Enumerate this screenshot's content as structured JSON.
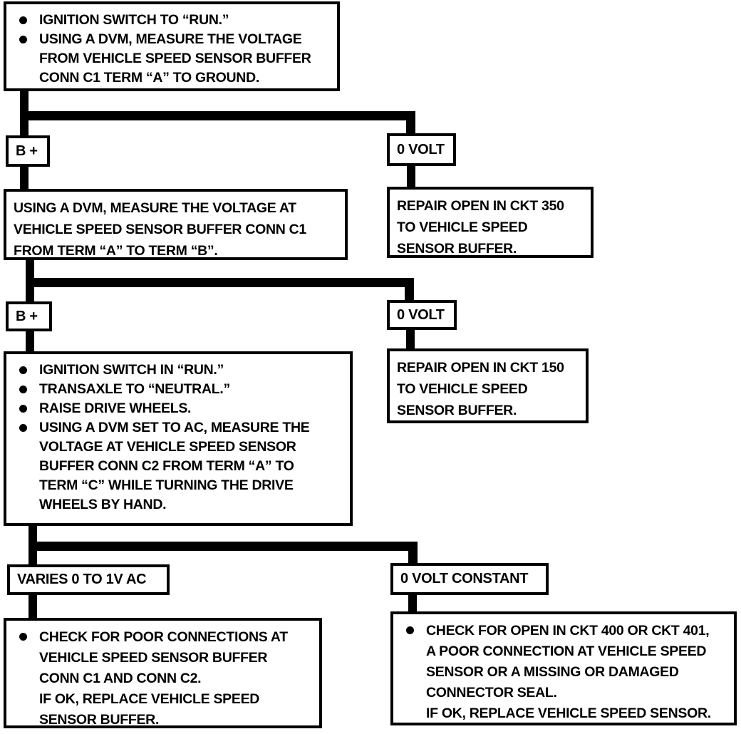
{
  "palette": {
    "ink": "#000000",
    "background": "#ffffff"
  },
  "flowchart": {
    "start": {
      "bullets": [
        "IGNITION SWITCH TO “RUN.”",
        "USING A DVM, MEASURE THE VOLTAGE\nFROM VEHICLE SPEED SENSOR BUFFER\nCONN C1 TERM “A” TO GROUND."
      ]
    },
    "branch1": {
      "left": "B +",
      "right": "0 VOLT"
    },
    "step2": {
      "text": "USING A DVM, MEASURE THE VOLTAGE AT\nVEHICLE SPEED SENSOR BUFFER CONN C1\nFROM TERM “A” TO TERM “B”."
    },
    "repair350": {
      "text": "REPAIR OPEN IN CKT 350\nTO VEHICLE SPEED\nSENSOR BUFFER."
    },
    "branch2": {
      "left": "B +",
      "right": "0 VOLT"
    },
    "step3": {
      "bullets": [
        "IGNITION SWITCH IN “RUN.”",
        "TRANSAXLE TO “NEUTRAL.”",
        "RAISE DRIVE WHEELS.",
        "USING A DVM SET TO AC, MEASURE THE\nVOLTAGE AT VEHICLE SPEED SENSOR\nBUFFER CONN C2 FROM TERM “A” TO\nTERM “C” WHILE TURNING THE DRIVE\nWHEELS BY HAND."
      ]
    },
    "repair150": {
      "text": "REPAIR OPEN IN CKT 150\nTO VEHICLE SPEED\nSENSOR BUFFER."
    },
    "branch3": {
      "left": "VARIES 0 TO 1V AC",
      "right": "0 VOLT CONSTANT"
    },
    "result_left": {
      "bullets": [
        "CHECK FOR POOR CONNECTIONS AT\nVEHICLE SPEED SENSOR BUFFER\nCONN C1 AND CONN C2.\nIF OK, REPLACE VEHICLE SPEED\nSENSOR BUFFER."
      ]
    },
    "result_right": {
      "bullets": [
        "CHECK FOR OPEN IN CKT 400 OR CKT 401,\nA POOR CONNECTION AT VEHICLE SPEED\nSENSOR OR A MISSING OR DAMAGED\nCONNECTOR SEAL.\nIF OK, REPLACE VEHICLE SPEED SENSOR."
      ]
    }
  }
}
